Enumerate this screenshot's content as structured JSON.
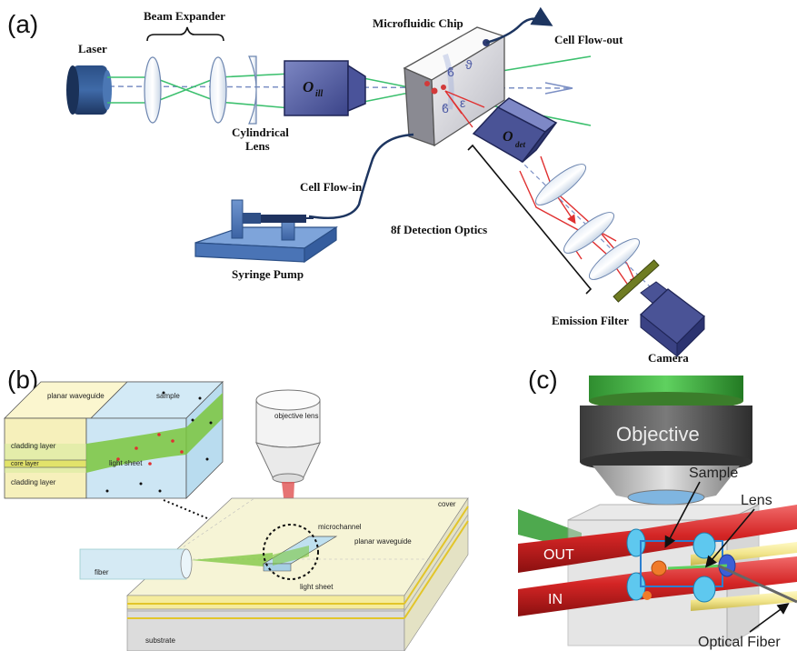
{
  "panel_a": {
    "tag": "(a)",
    "labels": {
      "laser": "Laser",
      "beam_expander": "Beam Expander",
      "microfluidic_chip": "Microfluidic Chip",
      "cell_flow_out": "Cell Flow-out",
      "cylindrical_lens_1": "Cylindrical",
      "cylindrical_lens_2": "Lens",
      "o_ill_main": "O",
      "o_ill_sub": "ill",
      "o_det_main": "O",
      "o_det_sub": "det",
      "cell_flow_in": "Cell Flow-in",
      "detection_optics": "8f Detection Optics",
      "syringe_pump": "Syringe Pump",
      "emission_filter": "Emission Filter",
      "camera": "Camera"
    }
  },
  "panel_b": {
    "tag": "(b)",
    "labels": {
      "planar_waveguide_top": "planar waveguide",
      "sample": "sample",
      "cladding_top": "cladding layer",
      "core_layer": "core layer",
      "cladding_bottom": "cladding layer",
      "light_sheet_inset": "light sheet",
      "objective_lens": "objective lens",
      "cover": "cover",
      "microchannel": "microchannel",
      "planar_waveguide": "planar waveguide",
      "fiber": "fiber",
      "light_sheet": "light sheet",
      "substrate": "substrate"
    }
  },
  "panel_c": {
    "tag": "(c)",
    "labels": {
      "objective": "Objective",
      "sample": "Sample",
      "lens": "Lens",
      "out": "OUT",
      "in": "IN",
      "optical_fiber": "Optical Fiber"
    }
  }
}
